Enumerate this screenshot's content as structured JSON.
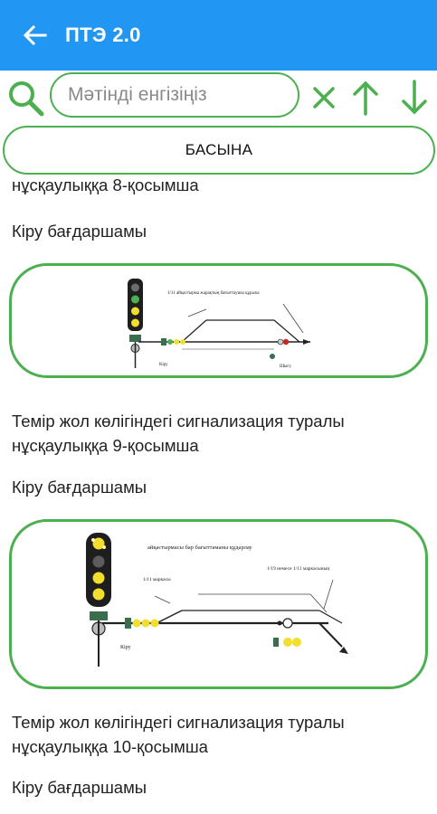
{
  "app": {
    "title": "ПТЭ 2.0",
    "accent": "#2196f3",
    "green": "#4caf50"
  },
  "search": {
    "placeholder": "Мәтінді енгізіңіз"
  },
  "top_button": {
    "label": "БАСЫНА"
  },
  "content": {
    "partial_caption": "нұсқаулыққа 8-қосымша",
    "items": [
      {
        "subtitle": "Кіру бағдаршамы",
        "figure": {
          "note": "1/11 айқастырма жарақтың бағыттаушы құралы",
          "left_label": "Кіру",
          "right_label": "Шығу"
        },
        "caption_line1": "Темір жол көлігіндегі сигнализация туралы",
        "caption_line2": "нұсқаулыққа 9-қосымша"
      },
      {
        "subtitle": "Кіру бағдаршамы",
        "figure": {
          "note": "айқастырмасы бар бағыттаманы құдарлау",
          "label_a": "1/11 маркасы",
          "label_b": "1/19 немесе 1/11 маркасының",
          "left_label": "Кіру"
        },
        "caption_line1": "Темір жол көлігіндегі сигнализация туралы",
        "caption_line2": "нұсқаулыққа 10-қосымша"
      },
      {
        "subtitle": "Кіру бағдаршамы"
      }
    ]
  }
}
